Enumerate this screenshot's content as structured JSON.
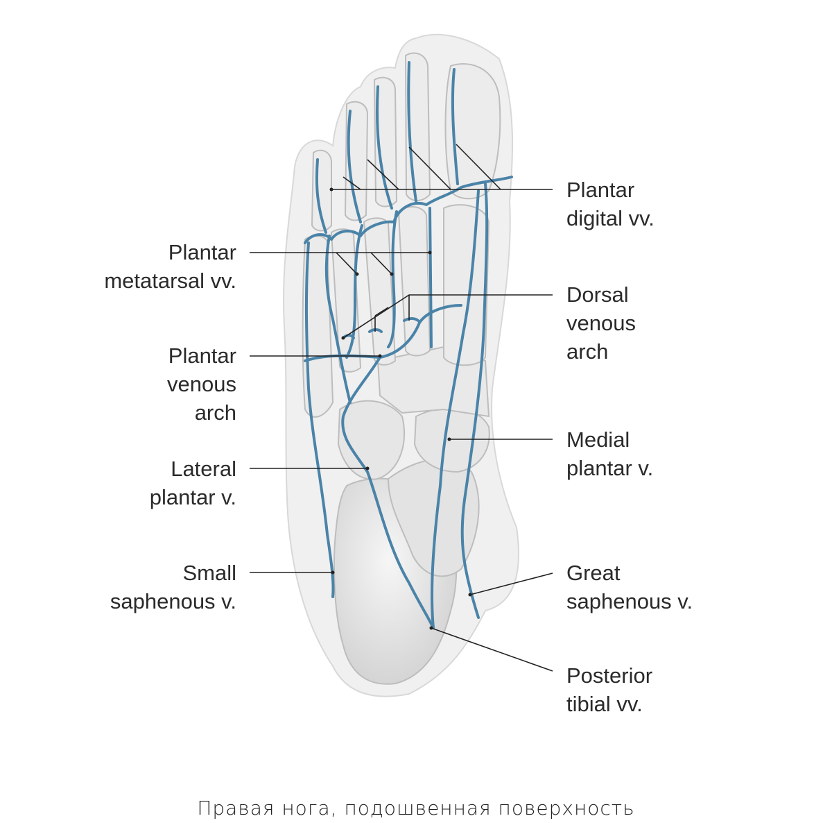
{
  "labels": {
    "plantar_digital": [
      "Plantar",
      "digital vv."
    ],
    "plantar_metatarsal": [
      "Plantar",
      "metatarsal vv."
    ],
    "dorsal_venous_arch": [
      "Dorsal",
      "venous",
      "arch"
    ],
    "plantar_venous_arch": [
      "Plantar",
      "venous",
      "arch"
    ],
    "lateral_plantar": [
      "Lateral",
      "plantar v."
    ],
    "medial_plantar": [
      "Medial",
      "plantar v."
    ],
    "small_saphenous": [
      "Small",
      "saphenous v."
    ],
    "great_saphenous": [
      "Great",
      "saphenous v."
    ],
    "posterior_tibial": [
      "Posterior",
      "tibial vv."
    ]
  },
  "caption": "Правая нога, подошвенная поверхность",
  "colors": {
    "vein": "#4a83a8",
    "skin": "#efefef",
    "bone": "#dcdcdc",
    "leader": "#222222"
  }
}
